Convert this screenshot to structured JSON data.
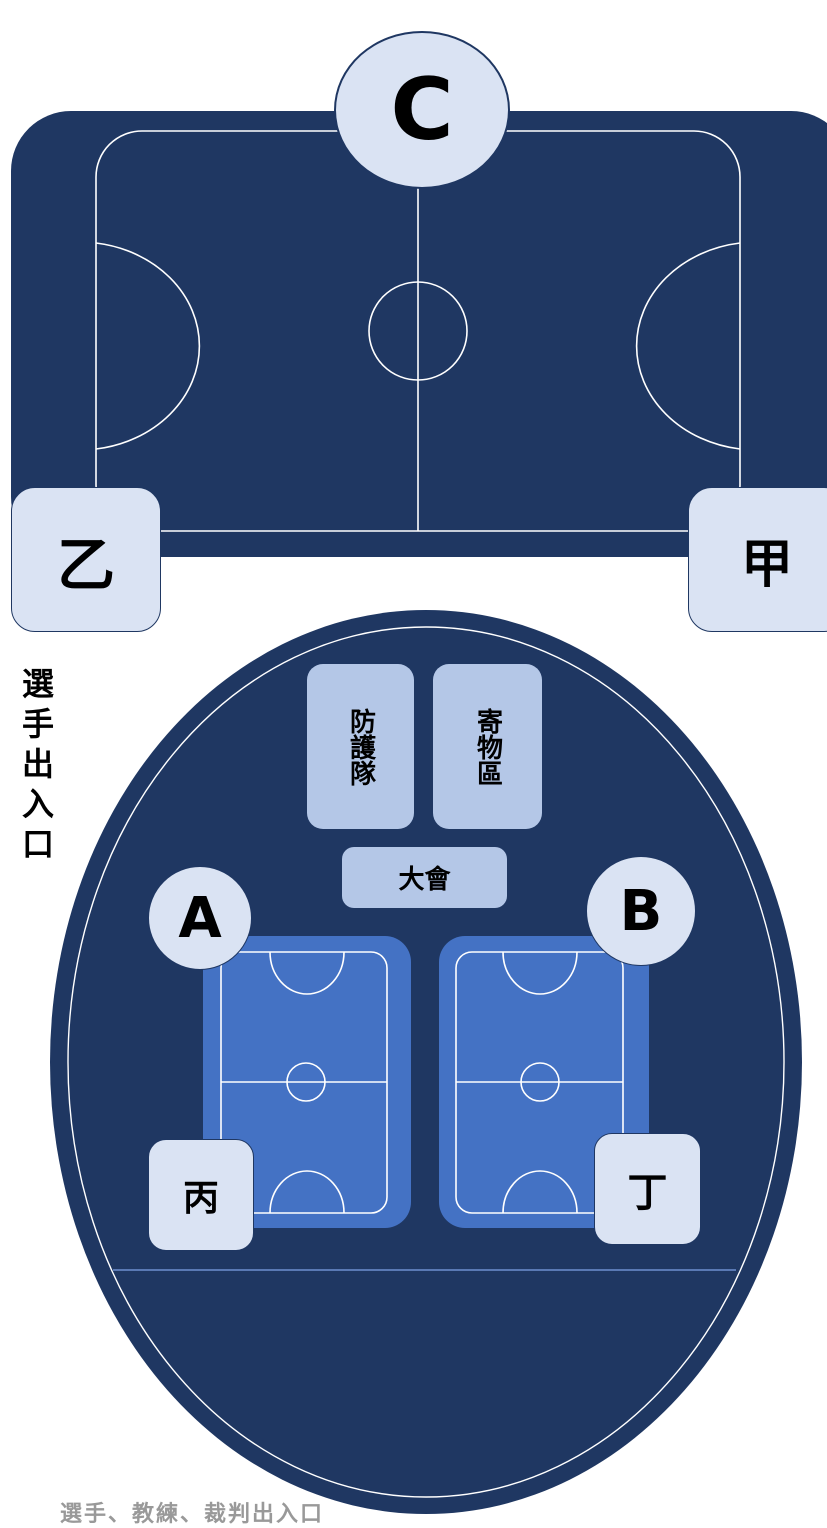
{
  "map": {
    "main_court": {
      "label": "C",
      "zone_left": "乙",
      "zone_right": "甲"
    },
    "entrance_label": "選手出入口",
    "hall": {
      "facilities": {
        "guard": "防護隊",
        "storage": "寄物區",
        "host": "大會"
      },
      "court_a": {
        "label": "A",
        "zone": "丙"
      },
      "court_b": {
        "label": "B",
        "zone": "丁"
      }
    },
    "footer_note": "選手、教練、裁判出入口"
  },
  "colors": {
    "navy": "#1f3762",
    "court_blue": "#4472c4",
    "badge_light": "#dae3f3",
    "facility_blue": "#b4c7e7",
    "line": "#ffffff"
  }
}
